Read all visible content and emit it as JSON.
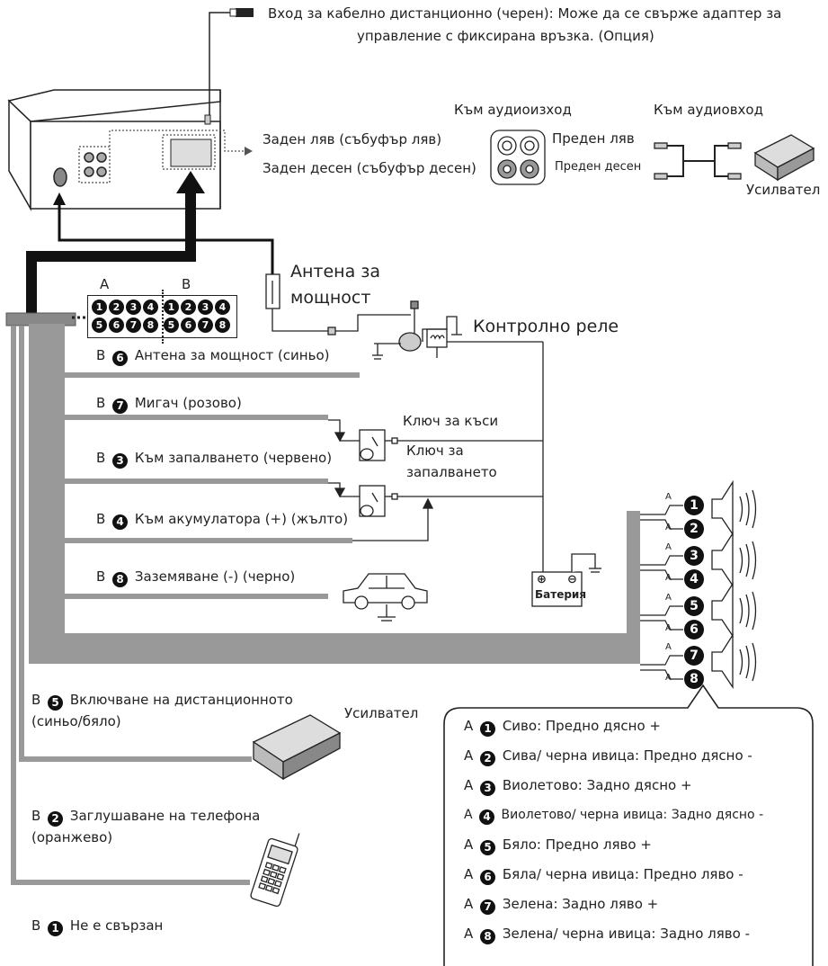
{
  "top": {
    "remote_input_line1": "Вход за кабелно дистанционно (черен): Може да се свърже адаптер за",
    "remote_input_line2": "управление с фиксирана връзка. (Опция)"
  },
  "rca": {
    "to_audio_out": "Към аудиоизход",
    "to_audio_in": "Към аудиовход",
    "rear_left": "Заден ляв (събуфър ляв)",
    "rear_right": "Заден десен (събуфър десен)",
    "front_left": "Преден ляв",
    "front_right": "Преден десен",
    "amplifier": "Усилвател"
  },
  "connector": {
    "group_a": "A",
    "group_b": "B",
    "row1": [
      "1",
      "2",
      "3",
      "4",
      "1",
      "2",
      "3",
      "4"
    ],
    "row2": [
      "5",
      "6",
      "7",
      "8",
      "5",
      "6",
      "7",
      "8"
    ]
  },
  "antenna": {
    "line1": "Антена за",
    "line2": "мощност"
  },
  "relay": "Контролно реле",
  "wires": [
    {
      "prefix": "B",
      "num": "6",
      "text": "Антена за мощност (синьо)"
    },
    {
      "prefix": "B",
      "num": "7",
      "text": "Мигач (розово)"
    },
    {
      "prefix": "B",
      "num": "3",
      "text": "Към запалването (червено)"
    },
    {
      "prefix": "B",
      "num": "4",
      "text": "Към акумулатора (+) (жълто)"
    },
    {
      "prefix": "B",
      "num": "8",
      "text": "Заземяване (-) (черно)"
    },
    {
      "prefix": "B",
      "num": "5",
      "text": "Включване на дистанционното"
    },
    {
      "prefix": "B",
      "num": "2",
      "text": "Заглушаване на телефона"
    },
    {
      "prefix": "B",
      "num": "1",
      "text": "Не е свързан"
    }
  ],
  "wire_sub": {
    "remote": "(синьо/бяло)",
    "phone": "(оранжево)"
  },
  "switches": {
    "short_key": "Ключ за къси",
    "ignition_line1": "Ключ за",
    "ignition_line2": "запалването"
  },
  "battery": {
    "label": "Батерия",
    "plus": "⊕",
    "minus": "⊖"
  },
  "amplifier2": "Усилвател",
  "speaker_wires": [
    "1",
    "2",
    "3",
    "4",
    "5",
    "6",
    "7",
    "8"
  ],
  "speaker_letter": "A",
  "legend": [
    {
      "prefix": "A",
      "num": "1",
      "text": "Сиво: Предно дясно +"
    },
    {
      "prefix": "A",
      "num": "2",
      "text": "Сива/ черна ивица: Предно дясно -"
    },
    {
      "prefix": "A",
      "num": "3",
      "text": "Виолетово: Задно дясно +"
    },
    {
      "prefix": "A",
      "num": "4",
      "text": "Виолетово/ черна ивица: Задно дясно -"
    },
    {
      "prefix": "A",
      "num": "5",
      "text": "Бяло: Предно ляво +"
    },
    {
      "prefix": "A",
      "num": "6",
      "text": "Бяла/ черна ивица: Предно ляво -"
    },
    {
      "prefix": "A",
      "num": "7",
      "text": "Зелена: Задно ляво +"
    },
    {
      "prefix": "A",
      "num": "8",
      "text": "Зелена/ черна ивица: Задно ляво -"
    }
  ]
}
